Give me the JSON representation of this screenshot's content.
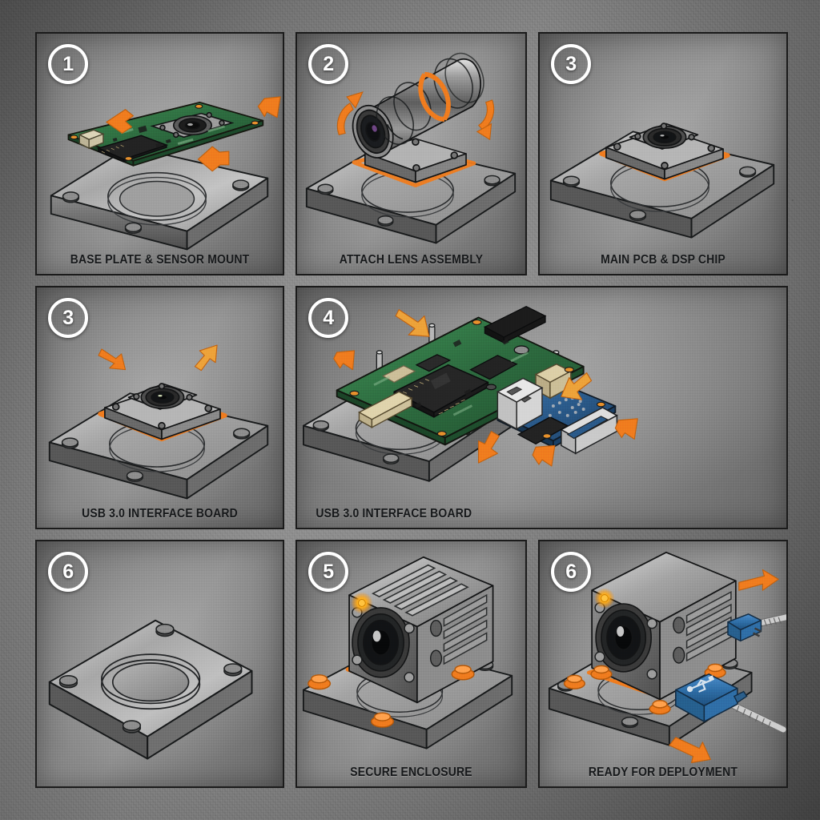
{
  "document": {
    "type": "exploded-assembly-instruction-sheet",
    "subject": "Industrial USB 3.0 machine-vision camera",
    "background_color": "#7b7b7b",
    "accent_color": "#f07d1e",
    "panel_border_color": "#1b1b1b",
    "caption_color": "#16181a",
    "step_number_color": "#ffffff"
  },
  "panels": [
    {
      "id": "panel-1",
      "step": "1",
      "caption": "BASE PLATE & SENSOR MOUNT",
      "caption_align": "center",
      "parts": [
        "base plate",
        "sensor PCB",
        "image sensor",
        "DSP chip",
        "beige connector"
      ],
      "arrows": 3,
      "colors": {
        "pcb": "#2d6b3f",
        "metal": "#9a9a9a",
        "arrow": "#f07d1e"
      }
    },
    {
      "id": "panel-2",
      "step": "2",
      "caption": "ATTACH LENS ASSEMBLY",
      "caption_align": "center",
      "parts": [
        "base plate",
        "sensor mount",
        "C-mount lens barrel",
        "lens element"
      ],
      "arrows": 2,
      "colors": {
        "metal": "#9a9a9a",
        "gasket": "#f07d1e",
        "arrow": "#f07d1e"
      }
    },
    {
      "id": "panel-3",
      "step": "3",
      "caption": "MAIN PCB & DSP CHIP",
      "caption_align": "center",
      "parts": [
        "base plate",
        "sensor module",
        "orange gasket"
      ],
      "arrows": 0,
      "colors": {
        "metal": "#9a9a9a",
        "gasket": "#f07d1e"
      }
    },
    {
      "id": "panel-4",
      "step": "3",
      "caption": "USB 3.0 INTERFACE BOARD",
      "caption_align": "center",
      "parts": [
        "base plate",
        "sensor module",
        "orange gasket"
      ],
      "arrows": 2,
      "colors": {
        "metal": "#9a9a9a",
        "gasket": "#f07d1e",
        "arrow": "#f07d1e"
      }
    },
    {
      "id": "panel-5",
      "step": "4",
      "caption": "USB 3.0 INTERFACE BOARD",
      "caption_align": "left",
      "parts": [
        "base plate",
        "main green PCB",
        "large DSP chip",
        "blue USB daughterboard",
        "USB-A port",
        "ribbon connector",
        "standoff posts"
      ],
      "arrows": 5,
      "colors": {
        "pcb": "#2d6b3f",
        "daughterboard": "#2a5a8a",
        "metal": "#9a9a9a",
        "arrow": "#f07d1e"
      }
    },
    {
      "id": "panel-6",
      "step": "6",
      "caption": "",
      "caption_align": "center",
      "parts": [
        "base plate"
      ],
      "arrows": 0,
      "colors": {
        "metal": "#9a9a9a"
      }
    },
    {
      "id": "panel-7",
      "step": "5",
      "caption": "SECURE ENCLOSURE",
      "caption_align": "center",
      "parts": [
        "base plate",
        "finned enclosure",
        "lens",
        "LED indicator",
        "orange standoff bolts",
        "orange gasket"
      ],
      "arrows": 0,
      "colors": {
        "metal": "#9a9a9a",
        "gasket": "#f07d1e",
        "led": "#ffae1a"
      }
    },
    {
      "id": "panel-8",
      "step": "6",
      "caption": "READY FOR DEPLOYMENT",
      "caption_align": "center",
      "parts": [
        "base plate",
        "finned enclosure",
        "lens",
        "LED indicator",
        "blue USB 3.0 connector",
        "braided cable",
        "orange standoff bolts"
      ],
      "arrows": 2,
      "colors": {
        "metal": "#9a9a9a",
        "usb": "#2f6fa8",
        "arrow": "#f07d1e",
        "led": "#ffae1a"
      }
    }
  ]
}
